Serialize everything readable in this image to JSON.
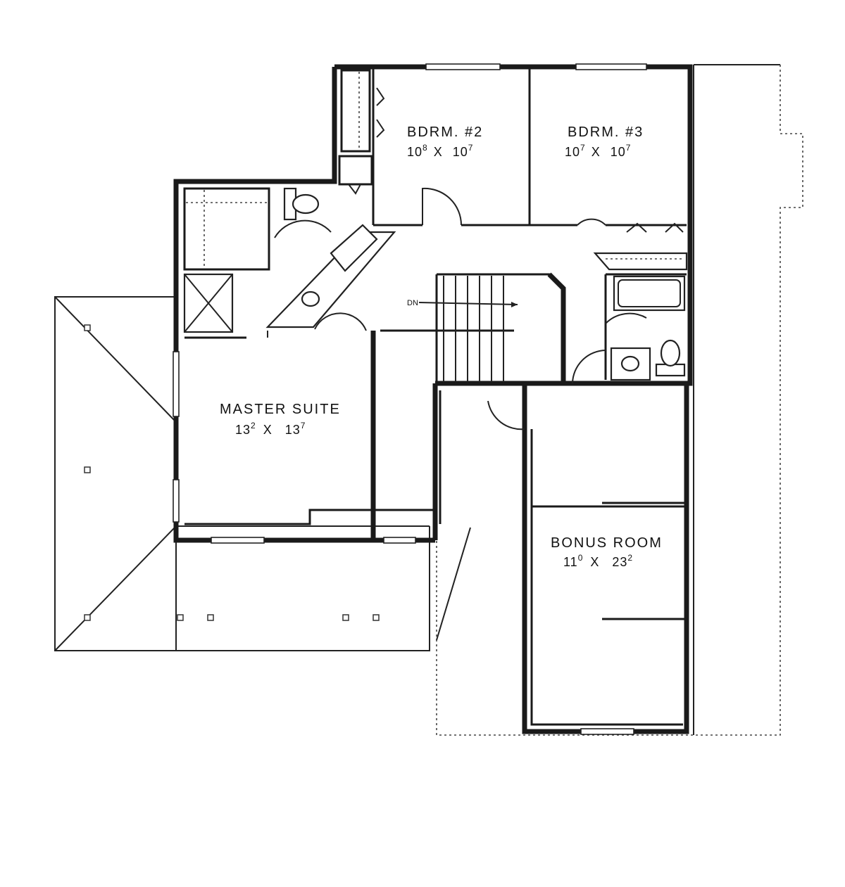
{
  "rooms": {
    "bdrm2": {
      "name": "BDRM. #2",
      "dim_a": "10",
      "dim_a_sup": "8",
      "dim_b": "10",
      "dim_b_sup": "7",
      "sep": "X"
    },
    "bdrm3": {
      "name": "BDRM. #3",
      "dim_a": "10",
      "dim_a_sup": "7",
      "dim_b": "10",
      "dim_b_sup": "7",
      "sep": "X"
    },
    "master": {
      "name": "MASTER SUITE",
      "dim_a": "13",
      "dim_a_sup": "2",
      "dim_b": "13",
      "dim_b_sup": "7",
      "sep": "X"
    },
    "bonus": {
      "name": "BONUS ROOM",
      "dim_a": "11",
      "dim_a_sup": "0",
      "dim_b": "23",
      "dim_b_sup": "2",
      "sep": "X"
    }
  },
  "stair": {
    "label": "DN"
  }
}
